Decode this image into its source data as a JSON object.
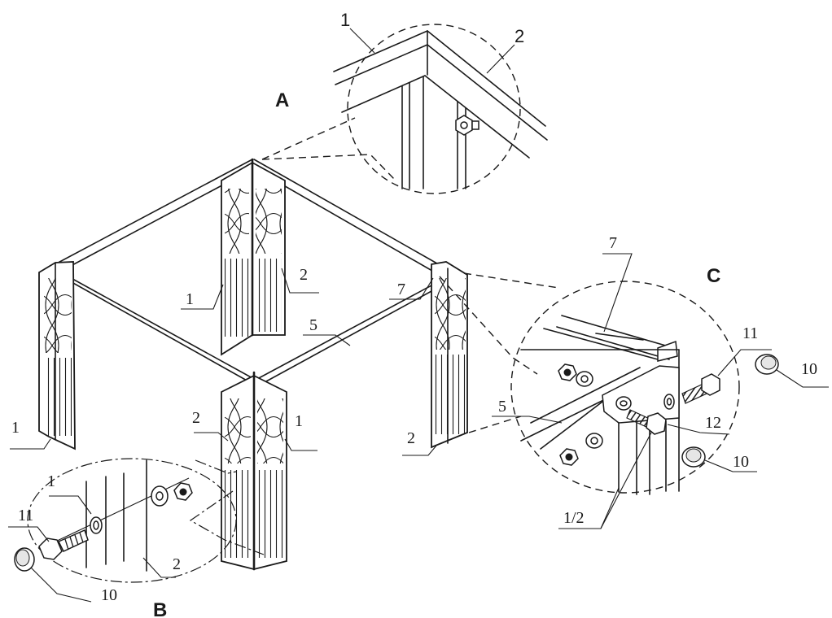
{
  "detail_labels": {
    "a": "A",
    "b": "B",
    "c": "C"
  },
  "part_numbers": {
    "A": {
      "left_rail": "1",
      "right_rail": "2"
    },
    "main": {
      "back_post_left": "1",
      "back_post_right": "2",
      "right_bracket": "7",
      "front_beam": "5",
      "left_post": "1",
      "front_post_left": "2",
      "front_post_right": "1",
      "right_post": "2"
    },
    "B": {
      "panel": "1",
      "bolt": "11",
      "panel_2": "2",
      "foot_cap": "10"
    },
    "C": {
      "bracket": "7",
      "beam": "5",
      "bolt": "11",
      "foot_cap_top": "10",
      "bolt_12": "12",
      "foot_cap_bottom": "10",
      "posts": "1/2"
    }
  }
}
